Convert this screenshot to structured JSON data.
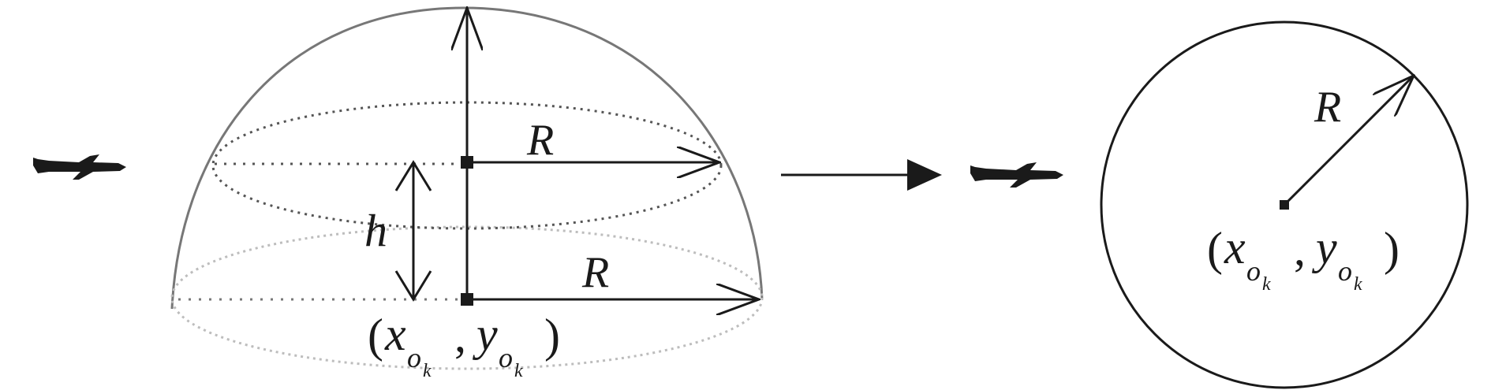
{
  "labels": {
    "hemisphere_top_radius": "R",
    "hemisphere_base_radius": "R",
    "height": "h",
    "circle_radius": "R",
    "center": {
      "open_paren": "(",
      "x": "x",
      "y": "y",
      "sub_o": "o",
      "sub_k": "k",
      "comma": ",",
      "close_paren": ")"
    }
  },
  "icons": {
    "left_aircraft": "aircraft-icon",
    "right_aircraft": "aircraft-icon",
    "transform_arrow": "arrow-right-icon"
  },
  "colors": {
    "stroke": "#1a1a1a",
    "dotted": "#555555",
    "faint": "#9a9a9a"
  }
}
